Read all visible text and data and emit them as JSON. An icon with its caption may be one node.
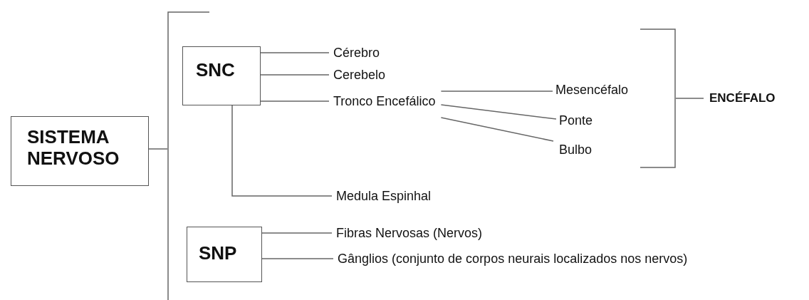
{
  "diagram": {
    "nodes": [
      {
        "text": [
          "SISTEMA NERVOSO"
        ]
      },
      {
        "text": [
          "SNC"
        ]
      },
      {
        "text": [
          "Cérebro"
        ]
      },
      {
        "text": [
          "Cerebelo"
        ]
      },
      {
        "text": [
          "Tronco Encefálico"
        ]
      },
      {
        "text": [
          "Mesencéfalo"
        ]
      },
      {
        "text": [
          "Ponte"
        ]
      },
      {
        "text": [
          "Bulbo"
        ]
      },
      {
        "text": [
          "ENCÉFALO"
        ]
      },
      {
        "text": [
          "Medula Espinhal"
        ]
      },
      {
        "text": [
          "SNP"
        ]
      },
      {
        "text": [
          "Fibras Nervosas (Nervos)"
        ]
      },
      {
        "text": [
          "Gânglios (conjunto de corpos neurais localizados nos nervos)"
        ]
      },
      {
        "text": [],
        "shape": "bracket"
      },
      {
        "text": [],
        "shape": "bracket"
      }
    ],
    "edges": [
      {
        "from": 0,
        "to": 13,
        "arrow": "none"
      },
      {
        "from": 1,
        "to": 2,
        "arrow": "none"
      },
      {
        "from": 1,
        "to": 3,
        "arrow": "none"
      },
      {
        "from": 1,
        "to": 4,
        "arrow": "none"
      },
      {
        "from": 4,
        "to": 5,
        "arrow": "none"
      },
      {
        "from": 4,
        "to": 6,
        "arrow": "none"
      },
      {
        "from": 4,
        "to": 7,
        "arrow": "none"
      },
      {
        "from": 14,
        "to": 8,
        "arrow": "none"
      },
      {
        "from": 1,
        "to": 9,
        "arrow": "none"
      },
      {
        "from": 10,
        "to": 11,
        "arrow": "none"
      },
      {
        "from": 10,
        "to": 12,
        "arrow": "none"
      }
    ]
  }
}
